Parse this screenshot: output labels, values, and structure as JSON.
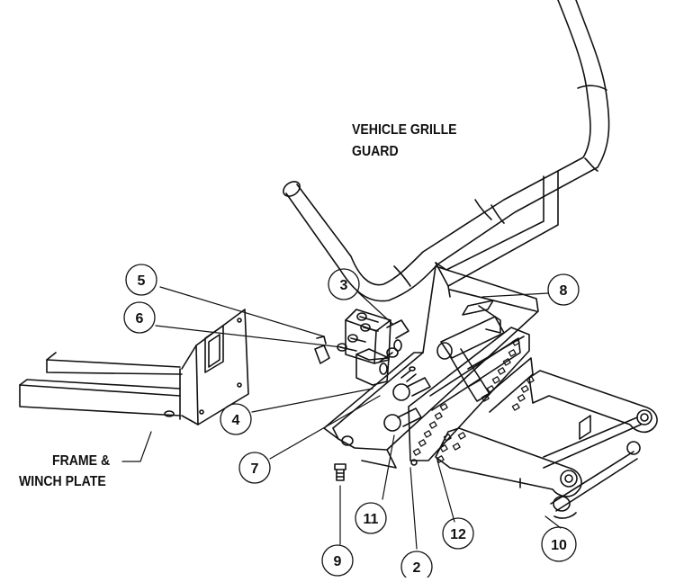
{
  "labels": {
    "guard_line1": "VEHICLE GRILLE",
    "guard_line2": "GUARD",
    "frame_line1": "FRAME &",
    "frame_line2": "WINCH PLATE"
  },
  "callouts": {
    "c2": "2",
    "c3": "3",
    "c4": "4",
    "c5": "5",
    "c6": "6",
    "c7": "7",
    "c8": "8",
    "c9": "9",
    "c10": "10",
    "c11": "11",
    "c12": "12"
  }
}
